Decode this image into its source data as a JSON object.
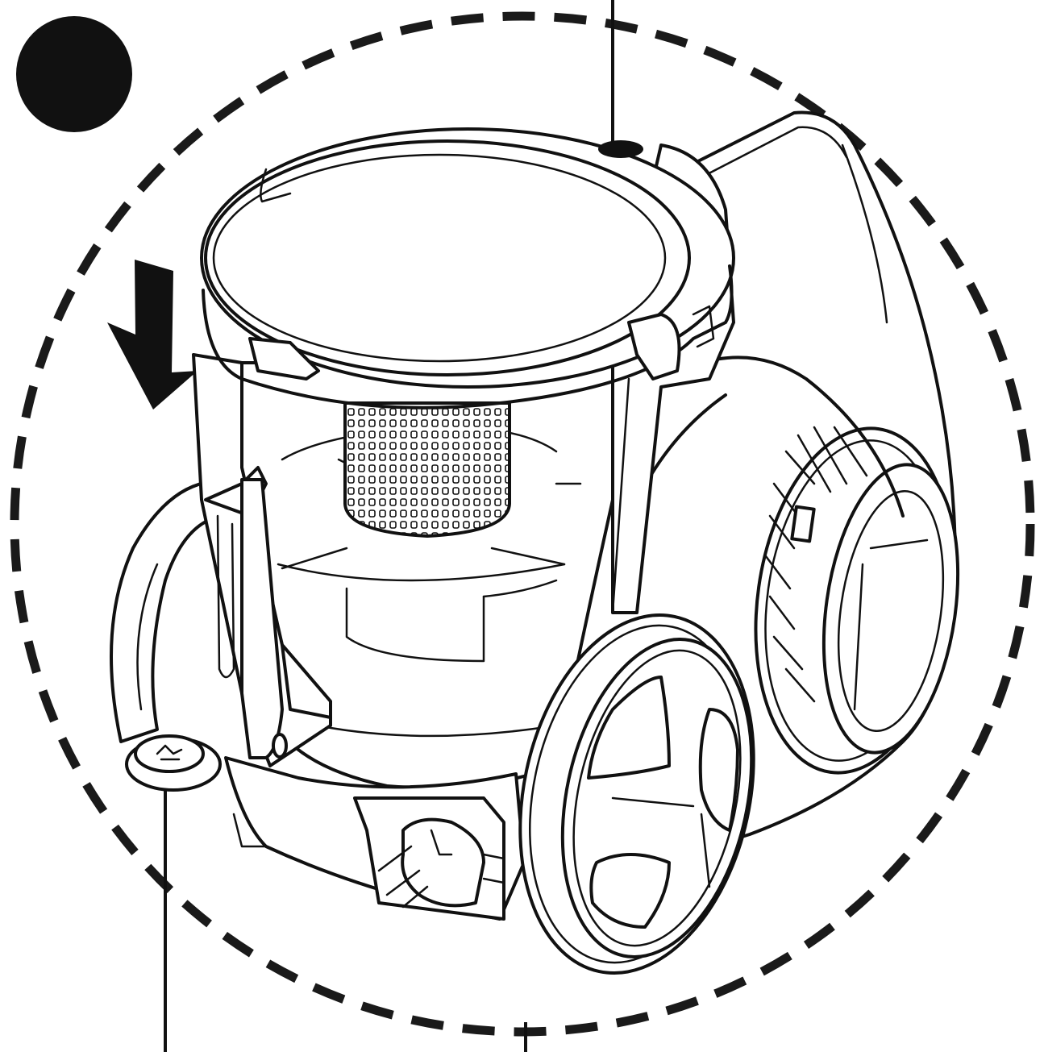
{
  "diagram": {
    "kind": "product line illustration",
    "step_marker": "filled-circle",
    "focus_outline": "dashed-circle",
    "arrow_direction": "down",
    "icons": [
      "down-arrow-icon",
      "release-button-icon",
      "power-plug-icon",
      "filter-mesh-icon"
    ],
    "colors": {
      "ink": "#111111",
      "paper": "#ffffff"
    }
  }
}
